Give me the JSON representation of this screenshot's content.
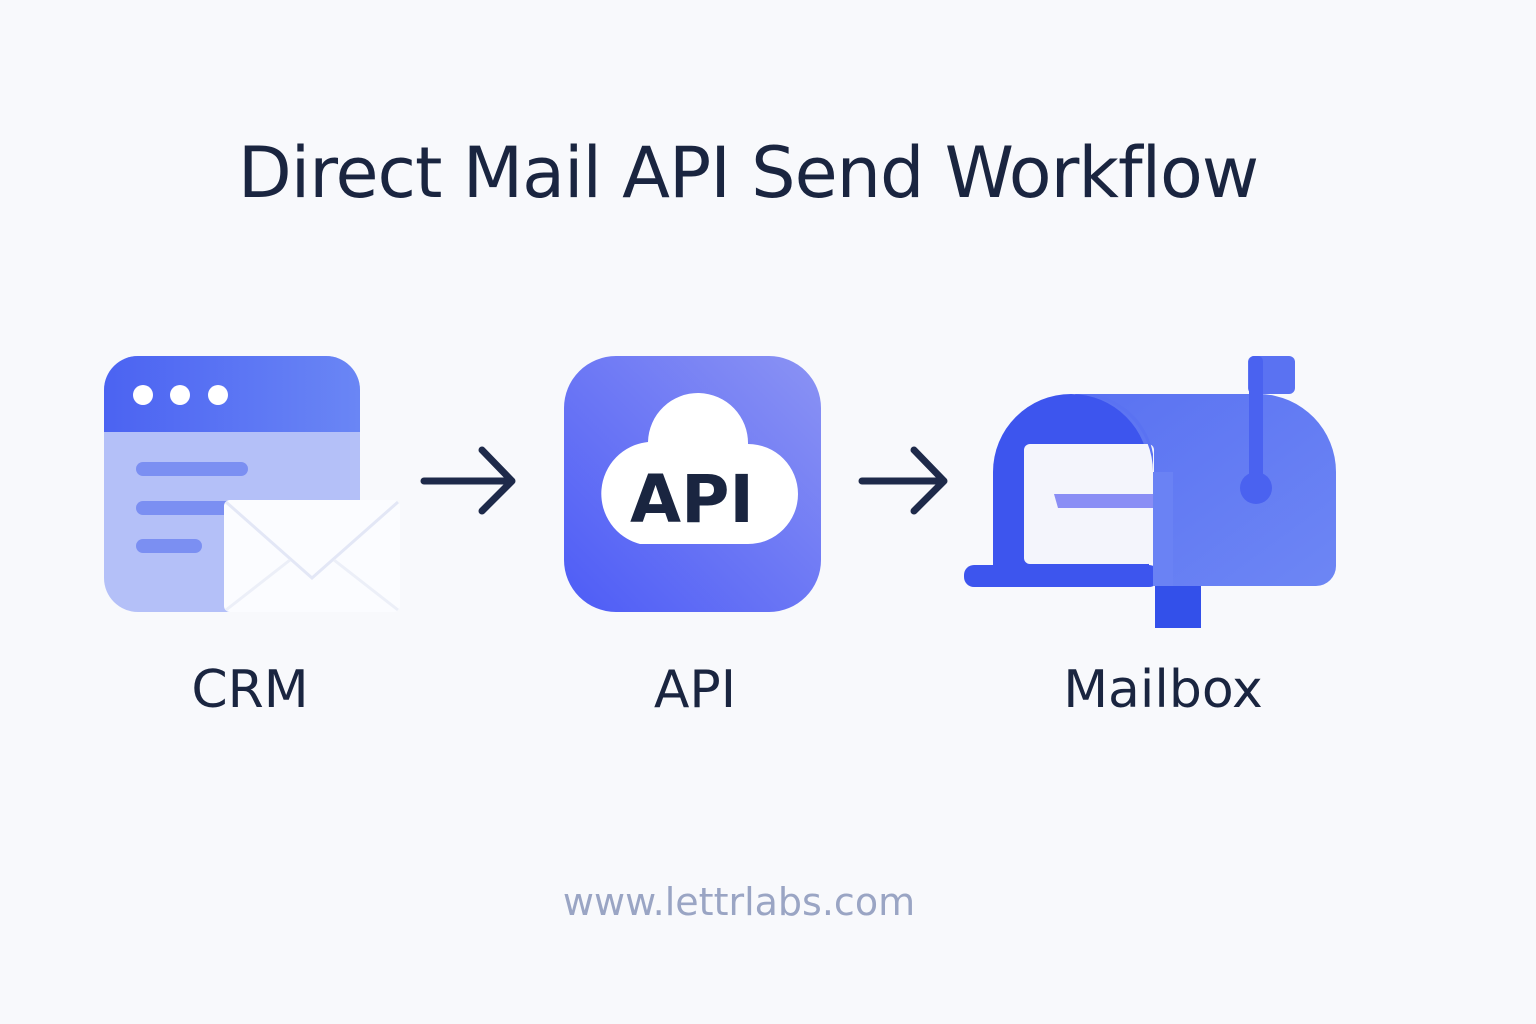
{
  "title": "Direct Mail API Send Workflow",
  "steps": [
    {
      "label": "CRM",
      "icon": "crm-window-envelope-icon"
    },
    {
      "label": "API",
      "icon": "api-cloud-icon",
      "icon_text": "API"
    },
    {
      "label": "Mailbox",
      "icon": "mailbox-icon"
    }
  ],
  "footer_url": "www.lettrlabs.com",
  "colors": {
    "accent": "#4a5ef5",
    "text": "#1a2540",
    "muted": "#9aa5c4"
  }
}
